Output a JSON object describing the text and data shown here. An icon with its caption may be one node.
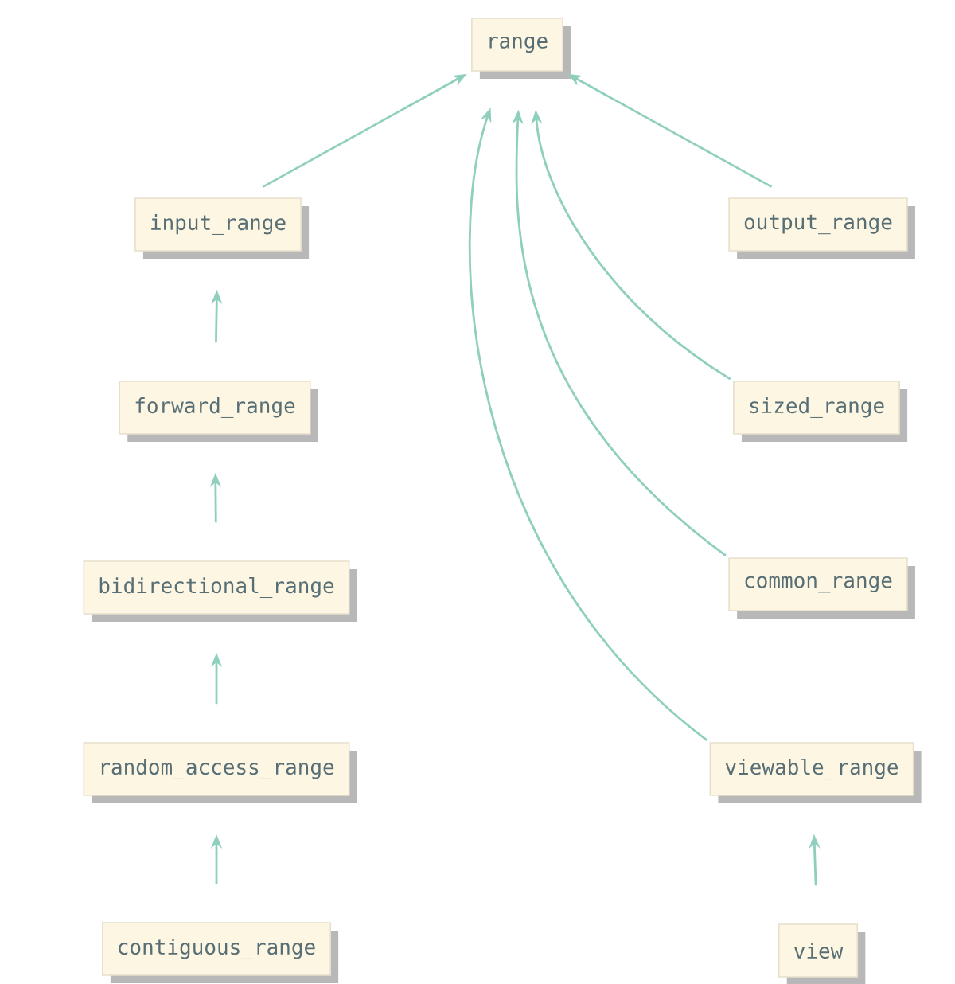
{
  "diagram": {
    "nodes": [
      {
        "text": [
          "range"
        ]
      },
      {
        "text": [
          "input_range"
        ]
      },
      {
        "text": [
          "output_range"
        ]
      },
      {
        "text": [
          "forward_range"
        ]
      },
      {
        "text": [
          "sized_range"
        ]
      },
      {
        "text": [
          "bidirectional_range"
        ]
      },
      {
        "text": [
          "common_range"
        ]
      },
      {
        "text": [
          "random_access_range"
        ]
      },
      {
        "text": [
          "viewable_range"
        ]
      },
      {
        "text": [
          "contiguous_range"
        ]
      },
      {
        "text": [
          "view"
        ]
      }
    ],
    "edges": [
      {
        "from": 1,
        "to": 0,
        "arrow": "to"
      },
      {
        "from": 2,
        "to": 0,
        "arrow": "to"
      },
      {
        "from": 4,
        "to": 0,
        "arrow": "to"
      },
      {
        "from": 6,
        "to": 0,
        "arrow": "to"
      },
      {
        "from": 8,
        "to": 0,
        "arrow": "to"
      },
      {
        "from": 3,
        "to": 1,
        "arrow": "to"
      },
      {
        "from": 5,
        "to": 3,
        "arrow": "to"
      },
      {
        "from": 7,
        "to": 5,
        "arrow": "to"
      },
      {
        "from": 9,
        "to": 7,
        "arrow": "to"
      },
      {
        "from": 10,
        "to": 8,
        "arrow": "to"
      }
    ]
  }
}
